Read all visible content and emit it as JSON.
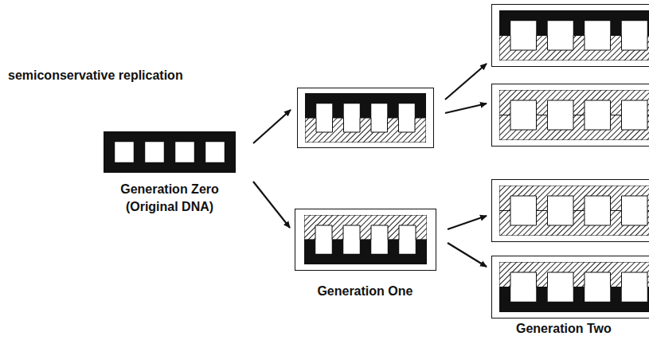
{
  "diagram": {
    "title": "semiconservative replication",
    "nodes": [
      {
        "text": [
          "Generation Zero (Original DNA)"
        ]
      },
      {
        "text": []
      },
      {
        "text": [
          "Generation One"
        ]
      },
      {
        "text": []
      },
      {
        "text": []
      },
      {
        "text": []
      },
      {
        "text": [
          "Generation Two"
        ]
      }
    ],
    "edges": [
      {
        "from": 0,
        "to": 1,
        "arrow": "to"
      },
      {
        "from": 0,
        "to": 2,
        "arrow": "to"
      },
      {
        "from": 1,
        "to": 3,
        "arrow": "to"
      },
      {
        "from": 1,
        "to": 4,
        "arrow": "to"
      },
      {
        "from": 2,
        "to": 5,
        "arrow": "to"
      },
      {
        "from": 2,
        "to": 6,
        "arrow": "to"
      }
    ]
  }
}
